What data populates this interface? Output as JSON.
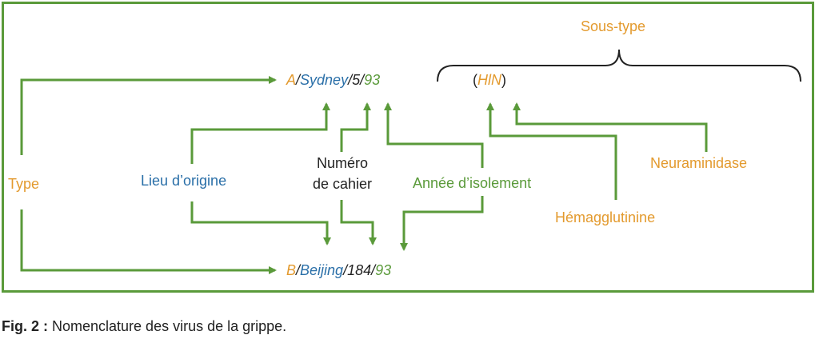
{
  "colors": {
    "frame": "#5a9a3a",
    "arrow": "#5a9a3a",
    "type": "#e39a2e",
    "location": "#2a6fa8",
    "number": "#222222",
    "year": "#5a9a3a",
    "subtype": "#e39a2e"
  },
  "virus_a": {
    "type": "A",
    "sep1": "/",
    "location": "Sydney",
    "sep2": "/",
    "number": "5",
    "sep3": "/",
    "year": "93"
  },
  "subtype_group": {
    "open": "(",
    "value": "HlN",
    "close": ")"
  },
  "virus_b": {
    "type": "B",
    "sep1": "/",
    "location": "Beijing",
    "sep2": "/",
    "number": "184",
    "sep3": "/",
    "year": "93"
  },
  "labels": {
    "sous_type": "Sous-type",
    "type": "Type",
    "lieu": "Lieu d’origine",
    "numero_line1": "Numéro",
    "numero_line2": "de cahier",
    "annee": "Année d’isolement",
    "hemagglutinine": "Hémagglutinine",
    "neuraminidase": "Neuraminidase"
  },
  "caption": {
    "prefix": "Fig. 2 :",
    "text": " Nomenclature des virus de la grippe."
  }
}
